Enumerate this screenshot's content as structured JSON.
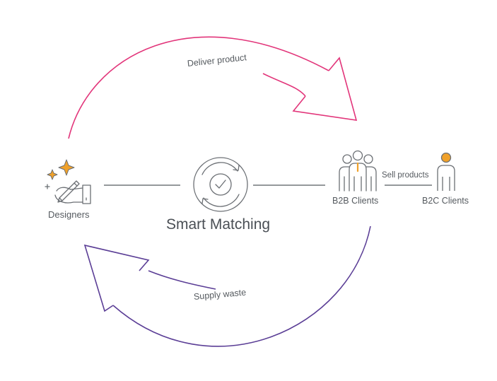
{
  "colors": {
    "deliver_arrow": "#e2357a",
    "supply_arrow": "#5b3e96",
    "connector": "#555a5f",
    "icon_stroke": "#6b6f74",
    "accent": "#f0a12a",
    "text": "#555a5f"
  },
  "nodes": {
    "designers": {
      "label": "Designers",
      "icon": "designer-hand-sparkle-icon"
    },
    "smart_matching": {
      "label": "Smart Matching",
      "icon": "refresh-check-icon"
    },
    "b2b_clients": {
      "label": "B2B Clients",
      "icon": "people-group-icon"
    },
    "b2c_clients": {
      "label": "B2C Clients",
      "icon": "person-icon"
    }
  },
  "edges": {
    "deliver": {
      "label": "Deliver product"
    },
    "supply": {
      "label": "Supply waste"
    },
    "sell": {
      "label": "Sell products"
    }
  }
}
